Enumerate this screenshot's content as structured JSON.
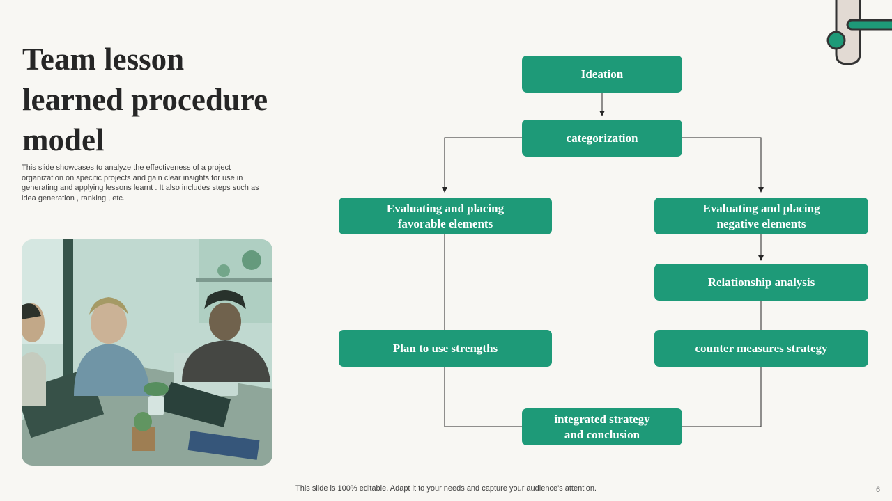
{
  "slide": {
    "title": "Team lesson learned procedure model",
    "description": "This slide showcases to analyze the effectiveness of a project organization on specific projects and gain clear insights for use in generating and applying lessons learnt . It also includes steps such as idea generation , ranking , etc.",
    "footer": "This slide is 100% editable. Adapt it to your needs and capture your audience's attention.",
    "page_number": "6"
  },
  "colors": {
    "box_fill": "#1e9a78",
    "box_text": "#ffffff",
    "connector": "#262626",
    "background": "#f8f7f3"
  },
  "diagram": {
    "nodes": {
      "ideation": "Ideation",
      "categorization": "categorization",
      "favorable": "Evaluating and placing\nfavorable elements",
      "negative": "Evaluating and placing\nnegative elements",
      "relationship": "Relationship analysis",
      "strengths": "Plan to use strengths",
      "counter": "counter measures strategy",
      "integrated": "integrated strategy\nand conclusion"
    }
  }
}
